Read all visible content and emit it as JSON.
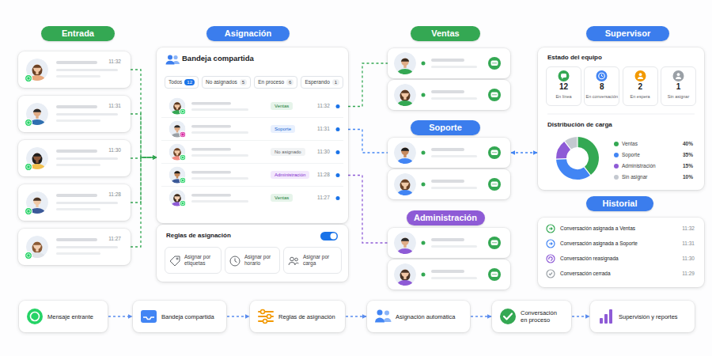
{
  "diagram": {
    "nodes": [
      {
        "text": [
          "Entrada"
        ]
      },
      {
        "text": [
          "11:32"
        ]
      },
      {
        "text": [
          "11:31"
        ]
      },
      {
        "text": [
          "11:30"
        ]
      },
      {
        "text": [
          "11:28"
        ]
      },
      {
        "text": [
          "11:27"
        ]
      },
      {
        "text": [
          "Asignación"
        ]
      },
      {
        "text": [
          "Bandeja compartida"
        ]
      },
      {
        "text": [
          "Todos",
          "12"
        ],
        "in": 7
      },
      {
        "text": [
          "No asignados",
          "5"
        ],
        "in": 7
      },
      {
        "text": [
          "En proceso",
          "6"
        ],
        "in": 7
      },
      {
        "text": [
          "Esperando",
          "1"
        ],
        "in": 7
      },
      {
        "text": [
          "Ventas",
          "11:32"
        ],
        "in": 7
      },
      {
        "text": [
          "Soporte",
          "11:31"
        ],
        "in": 7
      },
      {
        "text": [
          "No asignado",
          "11:30"
        ],
        "in": 7
      },
      {
        "text": [
          "Administración",
          "11:28"
        ],
        "in": 7
      },
      {
        "text": [
          "Ventas",
          "11:27"
        ],
        "in": 7
      },
      {
        "text": [
          "Reglas de asignación"
        ]
      },
      {
        "text": [
          "Asignar por etiquetas"
        ],
        "in": 17
      },
      {
        "text": [
          "Asignar por horario"
        ],
        "in": 17
      },
      {
        "text": [
          "Asignar por carga"
        ],
        "in": 17
      },
      {
        "text": [
          "Ventas"
        ]
      },
      {
        "text": []
      },
      {
        "text": []
      },
      {
        "text": [
          "Soporte"
        ]
      },
      {
        "text": []
      },
      {
        "text": []
      },
      {
        "text": [
          "Administración"
        ]
      },
      {
        "text": []
      },
      {
        "text": []
      },
      {
        "text": [
          "Supervisor"
        ]
      },
      {
        "text": [
          "Estado del equipo",
          "Distribución de carga"
        ]
      },
      {
        "text": [
          "12",
          "En línea"
        ],
        "in": 31
      },
      {
        "text": [
          "8",
          "En conversación"
        ],
        "in": 31
      },
      {
        "text": [
          "2",
          "En espera"
        ],
        "in": 31
      },
      {
        "text": [
          "1",
          "Sin asignar"
        ],
        "in": 31
      },
      {
        "text": [
          "Historial"
        ]
      },
      {
        "text": [
          "Conversación asignada a Ventas",
          "11:32",
          "Conversación asignada a Soporte",
          "11:31",
          "Conversación reasignada",
          "11:30",
          "Conversación cerrada",
          "11:29"
        ]
      },
      {
        "text": [
          "Mensaje entrante"
        ]
      },
      {
        "text": [
          "Bandeja compartida"
        ]
      },
      {
        "text": [
          "Reglas de asignación"
        ]
      },
      {
        "text": [
          "Asignación automática"
        ]
      },
      {
        "text": [
          "Conversación en proceso"
        ]
      },
      {
        "text": [
          "Supervisión y reportes"
        ]
      }
    ],
    "edges": [
      {
        "from": 1,
        "to": 7,
        "arrow": "to"
      },
      {
        "from": 2,
        "to": 7,
        "arrow": "to"
      },
      {
        "from": 3,
        "to": 7,
        "arrow": "to"
      },
      {
        "from": 4,
        "to": 7,
        "arrow": "to"
      },
      {
        "from": 5,
        "to": 7,
        "arrow": "to"
      },
      {
        "from": 12,
        "to": 22,
        "arrow": "none"
      },
      {
        "from": 13,
        "to": 25,
        "arrow": "none"
      },
      {
        "from": 15,
        "to": 28,
        "arrow": "none"
      },
      {
        "from": 25,
        "to": 31,
        "arrow": "both"
      },
      {
        "from": 38,
        "to": 39,
        "arrow": "to"
      },
      {
        "from": 39,
        "to": 40,
        "arrow": "to"
      },
      {
        "from": 40,
        "to": 41,
        "arrow": "to"
      },
      {
        "from": 41,
        "to": 42,
        "arrow": "to"
      },
      {
        "from": 42,
        "to": 43,
        "arrow": "to"
      }
    ],
    "labels": [
      "40%",
      "35%",
      "15%",
      "10%"
    ],
    "legend": [
      {
        "text": "Ventas",
        "color": "#34a853"
      },
      {
        "text": "Soporte",
        "color": "#4285f4"
      },
      {
        "text": "Administración",
        "color": "#8e5bd6"
      },
      {
        "text": "Sin asignar",
        "color": "#c4c9d0"
      }
    ]
  }
}
